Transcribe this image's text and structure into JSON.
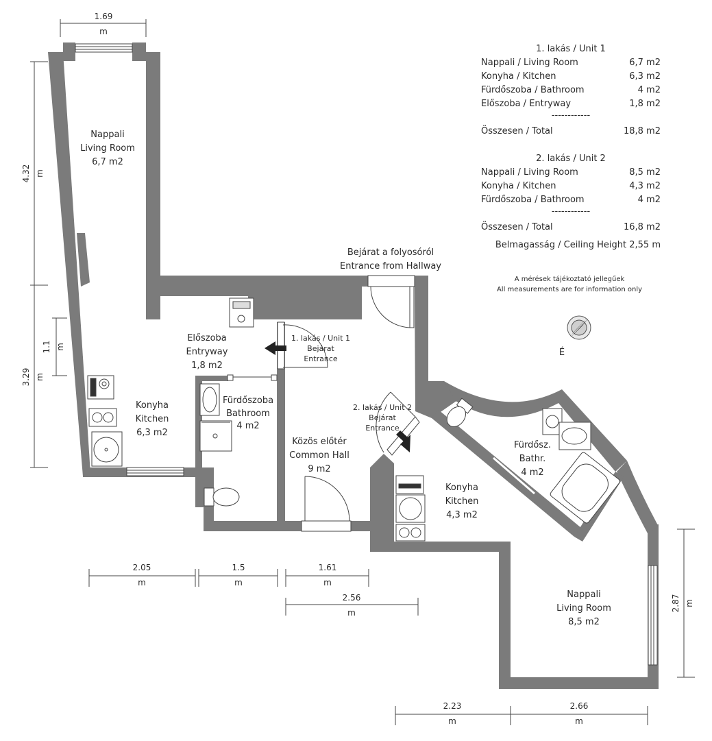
{
  "units": [
    {
      "title": "1. lakás / Unit 1",
      "rooms": [
        {
          "name": "Nappali / Living Room",
          "area": "6,7 m2"
        },
        {
          "name": "Konyha / Kitchen",
          "area": "6,3 m2"
        },
        {
          "name": "Fürdőszoba / Bathroom",
          "area": "4 m2"
        },
        {
          "name": "Előszoba / Entryway",
          "area": "1,8 m2"
        }
      ],
      "separator": "------------",
      "total_label": "Összesen / Total",
      "total": "18,8 m2"
    },
    {
      "title": "2. lakás / Unit 2",
      "rooms": [
        {
          "name": "Nappali / Living Room",
          "area": "8,5 m2"
        },
        {
          "name": "Konyha / Kitchen",
          "area": "4,3 m2"
        },
        {
          "name": "Fürdőszoba / Bathroom",
          "area": "4 m2"
        }
      ],
      "separator": "------------",
      "total_label": "Összesen / Total",
      "total": "16,8 m2"
    }
  ],
  "ceiling": "Belmagasság / Ceiling Height 2,55 m",
  "notes": [
    "A mérések tájékoztató jellegűek",
    "All measurements are for information only"
  ],
  "compass_label": "É",
  "hallway_entrance": [
    "Bejárat a folyosóról",
    "Entrance from Hallway"
  ],
  "rooms": {
    "u1_living": [
      "Nappali",
      "Living Room",
      "6,7 m2"
    ],
    "u1_entry": [
      "Előszoba",
      "Entryway",
      "1,8 m2"
    ],
    "u1_kitchen": [
      "Konyha",
      "Kitchen",
      "6,3 m2"
    ],
    "u1_bath": [
      "Fürdőszoba",
      "Bathroom",
      "4 m2"
    ],
    "common_hall": [
      "Közös előtér",
      "Common Hall",
      "9 m2"
    ],
    "u2_kitchen": [
      "Konyha",
      "Kitchen",
      "4,3 m2"
    ],
    "u2_bath": [
      "Fürdősz.",
      "Bathr.",
      "4 m2"
    ],
    "u2_living": [
      "Nappali",
      "Living Room",
      "8,5 m2"
    ]
  },
  "door_labels": {
    "u1": [
      "1. lakás / Unit 1",
      "Bejárat",
      "Entrance"
    ],
    "u2": [
      "2. lakás / Unit 2",
      "Bejárat",
      "Entrance"
    ]
  },
  "dimensions": {
    "top_width": "1.69",
    "left_upper": "4.32",
    "left_lower": "3.29",
    "left_small": "1.1",
    "bottom_1": "2.05",
    "bottom_2": "1.5",
    "bottom_3": "1.61",
    "bottom_4": "2.56",
    "bottom_5": "2.23",
    "bottom_6": "2.66",
    "right_1": "2.87",
    "unit": "m"
  },
  "colors": {
    "wall": "#7b7b7b",
    "wall_dark": "#6d6d6d",
    "line": "#444444"
  }
}
